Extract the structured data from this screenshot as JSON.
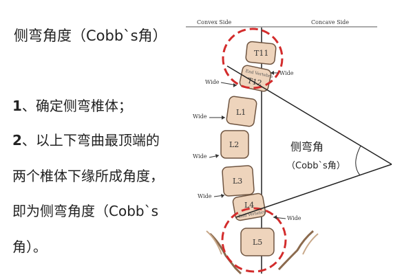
{
  "title": "侧弯角度（Cobb`s角）",
  "steps": [
    {
      "num": "1",
      "text": "、确定侧弯椎体；"
    },
    {
      "num": "2",
      "text": "、以上下弯曲最顶端的"
    },
    {
      "text": "两个椎体下缘所成角度，"
    },
    {
      "text": "即为侧弯角度（Cobb`s"
    },
    {
      "text": "角）。"
    }
  ],
  "diagram": {
    "convex_side": "Convex Side",
    "concave_side": "Concave Side",
    "wide": "Wide",
    "angle_label": "侧弯角",
    "angle_sublabel": "（Cobb`s角）",
    "vertebrae": [
      "T11",
      "T12",
      "L1",
      "L2",
      "L3",
      "L4",
      "L5"
    ],
    "end_vertebra_label": "End Vertebra"
  }
}
